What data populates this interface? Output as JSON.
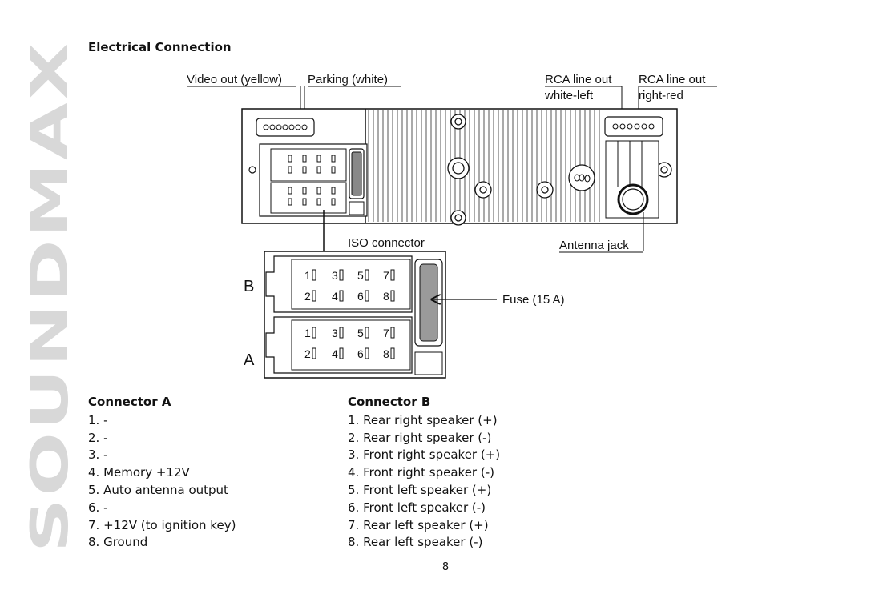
{
  "brand": {
    "text": "SOUNDMAX",
    "color": "#d8d8d8"
  },
  "section": {
    "title": "Electrical Connection"
  },
  "diagram": {
    "labels": {
      "video_out": "Video out (yellow)",
      "parking": "Parking (white)",
      "rca_left_1": "RCA line out",
      "rca_left_2": "white-left",
      "rca_right_1": "RCA line out",
      "rca_right_2": "right-red",
      "iso_connector": "ISO connector",
      "antenna_jack": "Antenna jack",
      "fuse": "Fuse (15 A)",
      "block_b": "B",
      "block_a": "A"
    },
    "pins": [
      "1",
      "2",
      "3",
      "4",
      "5",
      "6",
      "7",
      "8"
    ]
  },
  "connector_a": {
    "title": "Connector A",
    "items": [
      "1. -",
      "2. -",
      "3. -",
      "4. Memory +12V",
      "5. Auto antenna output",
      "6. -",
      "7. +12V (to ignition key)",
      "8. Ground"
    ]
  },
  "connector_b": {
    "title": "Connector B",
    "items": [
      "1. Rear right speaker (+)",
      "2. Rear right speaker (-)",
      "3. Front right speaker (+)",
      "4. Front right speaker (-)",
      "5. Front left speaker (+)",
      "6. Front left speaker (-)",
      "7. Rear left speaker (+)",
      "8. Rear left speaker (-)"
    ]
  },
  "page": {
    "number": "8"
  }
}
